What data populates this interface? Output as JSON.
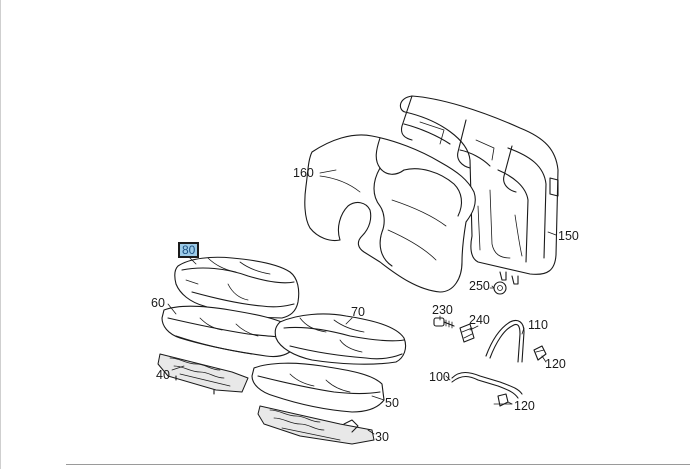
{
  "diagram": {
    "callouts": [
      {
        "id": "160",
        "text": "160"
      },
      {
        "id": "150",
        "text": "150"
      },
      {
        "id": "80",
        "text": "80",
        "selected": true
      },
      {
        "id": "60",
        "text": "60"
      },
      {
        "id": "70",
        "text": "70"
      },
      {
        "id": "40",
        "text": "40"
      },
      {
        "id": "50",
        "text": "50"
      },
      {
        "id": "30",
        "text": "30"
      },
      {
        "id": "250",
        "text": "250"
      },
      {
        "id": "230",
        "text": "230"
      },
      {
        "id": "240",
        "text": "240"
      },
      {
        "id": "110",
        "text": "110"
      },
      {
        "id": "120a",
        "text": "120"
      },
      {
        "id": "100",
        "text": "100"
      },
      {
        "id": "120b",
        "text": "120"
      }
    ]
  },
  "colors": {
    "selection_fill": "#9ccbe8",
    "selection_text": "#1a4f80",
    "line": "#1a1a1a"
  }
}
